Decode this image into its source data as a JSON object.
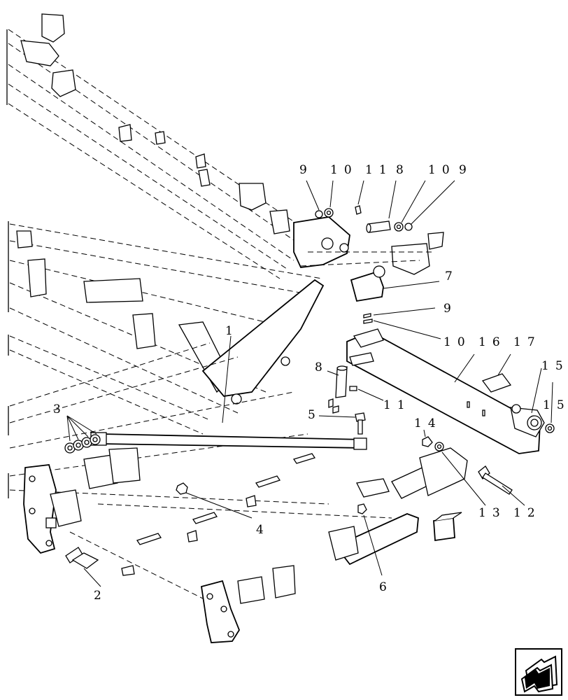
{
  "diagram": {
    "callouts": {
      "c1": "1",
      "c2": "2",
      "c3": "3",
      "c4": "4",
      "c5": "5",
      "c6": "6",
      "c7": "7",
      "c8": "8",
      "c9_top_left": "9",
      "c10_top_left": "10",
      "c11_top": "11",
      "c8_top": "8",
      "c10_top_right": "10",
      "c9_top_right": "9",
      "c9_mid": "9",
      "c10_mid": "10",
      "c16": "16",
      "c17": "17",
      "c15_a": "15",
      "c15_b": "15",
      "c11_mid": "11",
      "c14": "14",
      "c13": "13",
      "c12": "12"
    }
  },
  "navigation": {
    "icon": "arrow-back-icon"
  }
}
